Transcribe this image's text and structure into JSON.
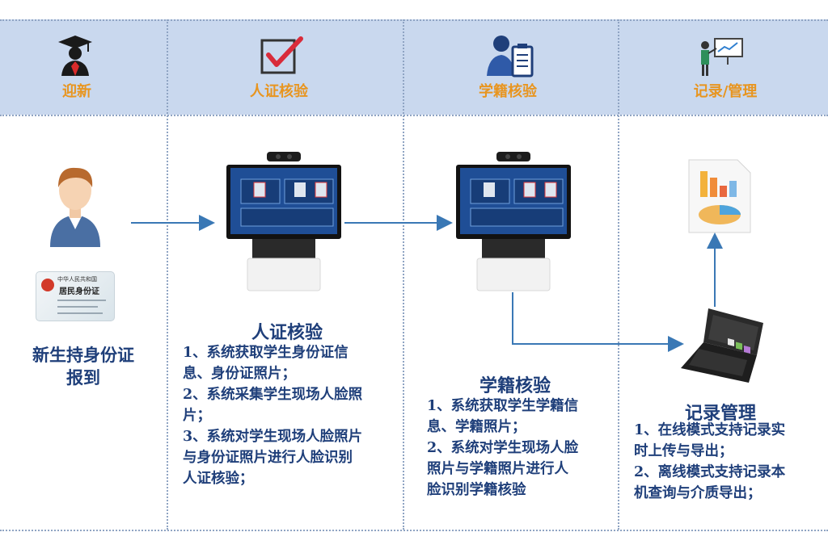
{
  "columns": [
    {
      "title": "迎新",
      "icon": "graduate-icon"
    },
    {
      "title": "人证核验",
      "icon": "checkbox-icon"
    },
    {
      "title": "学籍核验",
      "icon": "clerk-clipboard-icon"
    },
    {
      "title": "记录/管理",
      "icon": "presenter-board-icon"
    }
  ],
  "new_student": {
    "lines": [
      "新生持身份证",
      "报到"
    ],
    "id_card": {
      "line1": "中华人民共和国",
      "line2": "居民身份证"
    }
  },
  "stages": [
    {
      "title": "人证核验",
      "items": [
        "1、系统获取学生身份证信",
        "息、身份证照片；",
        "2、系统采集学生现场人脸照",
        "片；",
        "3、系统对学生现场人脸照片",
        "与身份证照片进行人脸识别",
        "人证核验；"
      ]
    },
    {
      "title": "学籍核验",
      "items": [
        "1、系统获取学生学籍信",
        "息、学籍照片；",
        "2、系统对学生现场人脸",
        "照片与学籍照片进行人",
        "脸识别学籍核验"
      ]
    },
    {
      "title": "记录管理",
      "items": [
        "1、在线模式支持记录实",
        "时上传与导出；",
        "2、离线模式支持记录本",
        "机查询与介质导出；"
      ]
    }
  ],
  "colors": {
    "header_band": "#c9d8ee",
    "title_orange": "#e8951f",
    "text_navy": "#1f3f7a",
    "arrow_blue": "#3a78b5"
  }
}
